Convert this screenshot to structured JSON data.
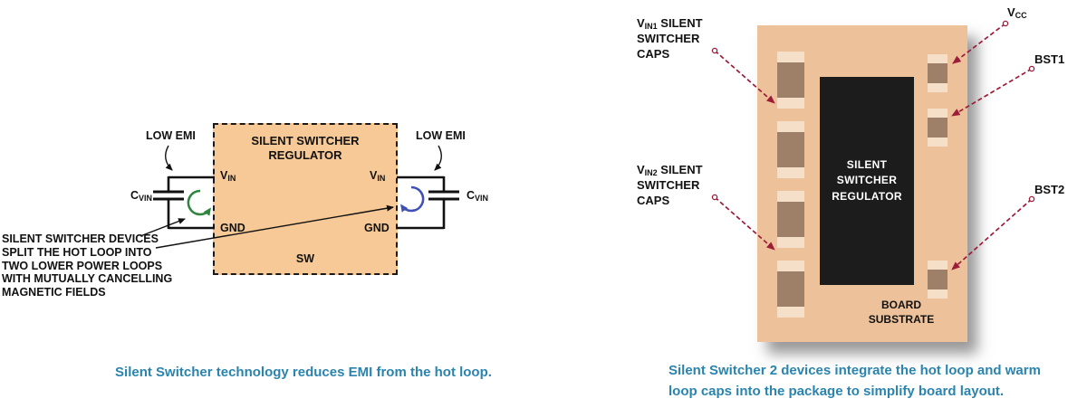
{
  "colors": {
    "tan": "#f6c996",
    "board": "#edc29b",
    "ic": "#1c1c1c",
    "cap_body": "#9e8068",
    "cap_pad": "#f6dfc8",
    "arrow_red": "#9d1c38",
    "loop_green": "#2e8540",
    "loop_blue": "#3f51b5",
    "caption_blue": "#2a84ae",
    "wire": "#111111"
  },
  "left_figure": {
    "low_emi": "LOW EMI",
    "regulator_title": "SILENT SWITCHER\nREGULATOR",
    "sw_label": "SW",
    "vin": {
      "base": "V",
      "sub": "IN"
    },
    "gnd": "GND",
    "cvin": {
      "base": "C",
      "sub": "VIN"
    },
    "annotation": "SILENT SWITCHER DEVICES\nSPLIT THE HOT LOOP INTO\nTWO LOWER POWER LOOPS\nWITH MUTUALLY CANCELLING\nMAGNETIC FIELDS",
    "caption": "Silent Switcher technology reduces EMI from the hot loop."
  },
  "right_figure": {
    "vin1": {
      "base": "V",
      "sub": "IN1",
      "rest": " SILENT\nSWITCHER\nCAPS"
    },
    "vin2": {
      "base": "V",
      "sub": "IN2",
      "rest": " SILENT\nSWITCHER\nCAPS"
    },
    "vcc": {
      "base": "V",
      "sub": "CC"
    },
    "bst1": "BST1",
    "bst2": "BST2",
    "ic_label": "SILENT\nSWITCHER\nREGULATOR",
    "board_label": "BOARD\nSUBSTRATE",
    "caption": "Silent Switcher 2 devices integrate the hot loop and warm\nloop caps into the package to simplify board layout."
  }
}
